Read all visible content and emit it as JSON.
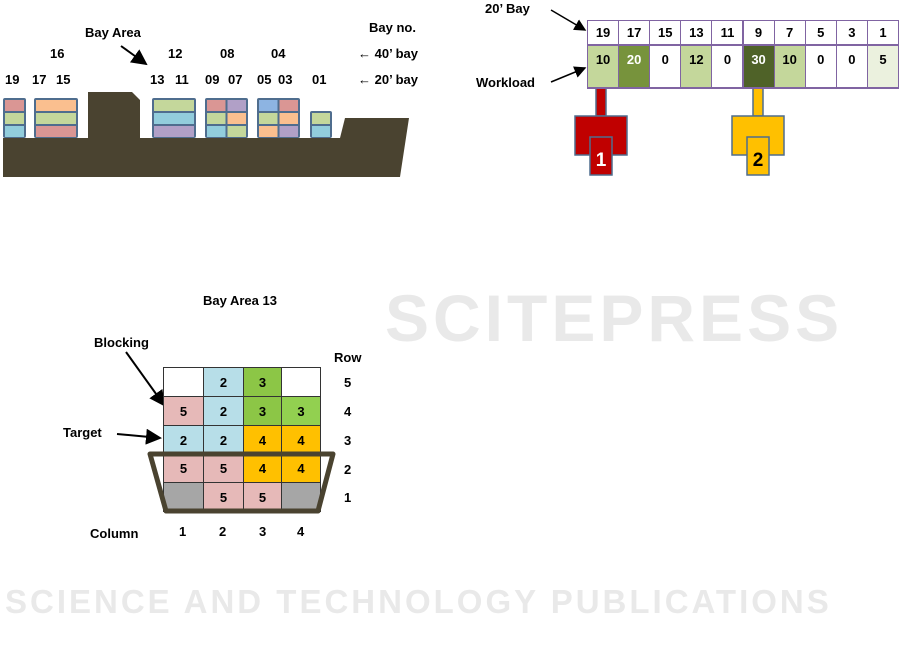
{
  "watermark": {
    "title": "SCITEPRESS",
    "subtitle": "SCIENCE AND TECHNOLOGY PUBLICATIONS"
  },
  "ship": {
    "bay_area_label": "Bay Area",
    "bay_no_label": "Bay no.",
    "bay40_label": "← 40’ bay",
    "bay20_label": "← 20’ bay",
    "bays40": [
      "16",
      "12",
      "08",
      "04"
    ],
    "bays20": [
      "19",
      "17",
      "15",
      "13",
      "11",
      "09",
      "07",
      "05",
      "03",
      "01"
    ]
  },
  "workload_table": {
    "bay_label": "20’ Bay",
    "workload_label": "Workload",
    "bays": [
      "19",
      "17",
      "15",
      "13",
      "11",
      "9",
      "7",
      "5",
      "3",
      "1"
    ],
    "workloads": [
      "10",
      "20",
      "0",
      "12",
      "0",
      "30",
      "10",
      "0",
      "0",
      "5"
    ],
    "cell_colors": [
      "#c4d79b",
      "#77933c",
      "#ffffff",
      "#c4d79b",
      "#ffffff",
      "#4f6228",
      "#c4d79b",
      "#ffffff",
      "#ffffff",
      "#ebf1de"
    ],
    "cranes": [
      {
        "label": "1",
        "color": "#c00000"
      },
      {
        "label": "2",
        "color": "#ffc000"
      }
    ]
  },
  "bay_area": {
    "title": "Bay Area 13",
    "blocking_label": "Blocking",
    "target_label": "Target",
    "row_header": "Row",
    "column_header": "Column",
    "rows": [
      "5",
      "4",
      "3",
      "2",
      "1"
    ],
    "columns": [
      "1",
      "2",
      "3",
      "4"
    ],
    "grid": [
      [
        {
          "v": "",
          "c": "#ffffff"
        },
        {
          "v": "2",
          "c": "#b7dee8"
        },
        {
          "v": "3",
          "c": "#8cc646"
        },
        {
          "v": "",
          "c": "#ffffff"
        }
      ],
      [
        {
          "v": "5",
          "c": "#e6b9b8"
        },
        {
          "v": "2",
          "c": "#b7dee8"
        },
        {
          "v": "3",
          "c": "#8cc646"
        },
        {
          "v": "3",
          "c": "#92d050"
        }
      ],
      [
        {
          "v": "2",
          "c": "#b7dee8"
        },
        {
          "v": "2",
          "c": "#b7dee8"
        },
        {
          "v": "4",
          "c": "#ffc000"
        },
        {
          "v": "4",
          "c": "#ffc000"
        }
      ],
      [
        {
          "v": "5",
          "c": "#e6b9b8"
        },
        {
          "v": "5",
          "c": "#e6b9b8"
        },
        {
          "v": "4",
          "c": "#ffc000"
        },
        {
          "v": "4",
          "c": "#ffc000"
        }
      ],
      [
        {
          "v": "",
          "c": "#a6a6a6"
        },
        {
          "v": "5",
          "c": "#e6b9b8"
        },
        {
          "v": "5",
          "c": "#e6b9b8"
        },
        {
          "v": "",
          "c": "#a6a6a6"
        }
      ]
    ]
  }
}
